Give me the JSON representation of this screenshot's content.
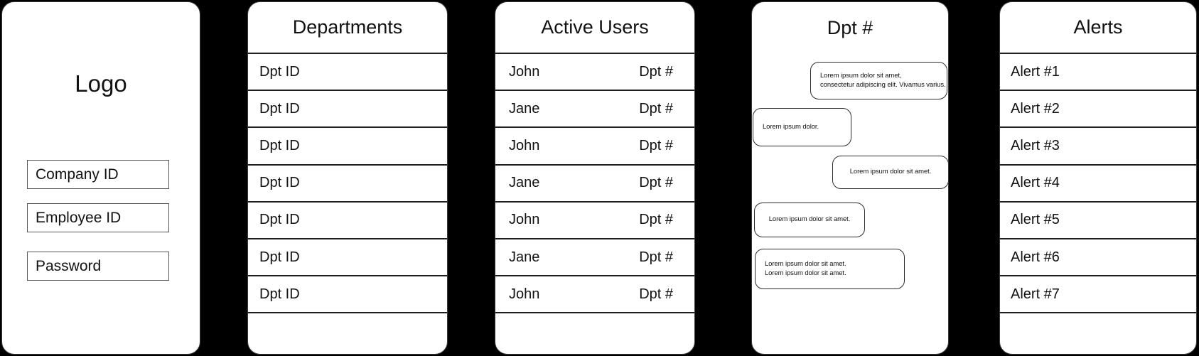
{
  "colors": {
    "background": "#000000",
    "panel": "#ffffff",
    "text": "#121212",
    "separator": "#1e1e1e"
  },
  "login": {
    "logo": "Logo",
    "fields": [
      {
        "label": "Company ID"
      },
      {
        "label": "Employee ID"
      },
      {
        "label": "Password"
      }
    ]
  },
  "departments": {
    "title": "Departments",
    "rows": [
      {
        "label": "Dpt ID"
      },
      {
        "label": "Dpt ID"
      },
      {
        "label": "Dpt ID"
      },
      {
        "label": "Dpt ID"
      },
      {
        "label": "Dpt ID"
      },
      {
        "label": "Dpt ID"
      },
      {
        "label": "Dpt ID"
      }
    ]
  },
  "active_users": {
    "title": "Active Users",
    "rows": [
      {
        "name": "John",
        "dept": "Dpt #"
      },
      {
        "name": "Jane",
        "dept": "Dpt #"
      },
      {
        "name": "John",
        "dept": "Dpt #"
      },
      {
        "name": "Jane",
        "dept": "Dpt #"
      },
      {
        "name": "John",
        "dept": "Dpt #"
      },
      {
        "name": "Jane",
        "dept": "Dpt #"
      },
      {
        "name": "John",
        "dept": "Dpt #"
      }
    ]
  },
  "chat": {
    "title": "Dpt #",
    "messages": [
      {
        "side": "right",
        "lines": [
          "Lorem ipsum dolor sit amet,",
          "consectetur adipiscing elit. Vivamus varius."
        ]
      },
      {
        "side": "left",
        "lines": [
          "Lorem ipsum dolor."
        ]
      },
      {
        "side": "right",
        "lines": [
          "Lorem ipsum dolor sit amet."
        ]
      },
      {
        "side": "left",
        "lines": [
          "Lorem ipsum dolor sit amet."
        ]
      },
      {
        "side": "left",
        "lines": [
          "Lorem ipsum dolor sit amet.",
          "Lorem ipsum dolor sit amet."
        ]
      }
    ]
  },
  "alerts": {
    "title": "Alerts",
    "rows": [
      {
        "label": "Alert #1"
      },
      {
        "label": "Alert #2"
      },
      {
        "label": "Alert #3"
      },
      {
        "label": "Alert #4"
      },
      {
        "label": "Alert #5"
      },
      {
        "label": "Alert #6"
      },
      {
        "label": "Alert #7"
      }
    ]
  }
}
